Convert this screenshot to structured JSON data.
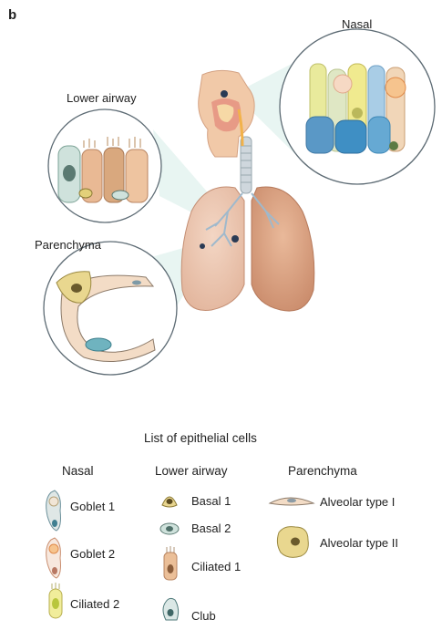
{
  "panel_label": "b",
  "callouts": {
    "nasal": "Nasal",
    "lower_airway": "Lower airway",
    "parenchyma": "Parenchyma"
  },
  "legend": {
    "title": "List of epithelial cells",
    "columns": [
      {
        "heading": "Nasal",
        "items": [
          "Goblet 1",
          "Goblet 2",
          "Ciliated 2"
        ]
      },
      {
        "heading": "Lower airway",
        "items": [
          "Basal 1",
          "Basal 2",
          "Ciliated 1",
          "Club"
        ]
      },
      {
        "heading": "Parenchyma",
        "items": [
          "Alveolar type I",
          "Alveolar type II"
        ]
      }
    ]
  }
}
